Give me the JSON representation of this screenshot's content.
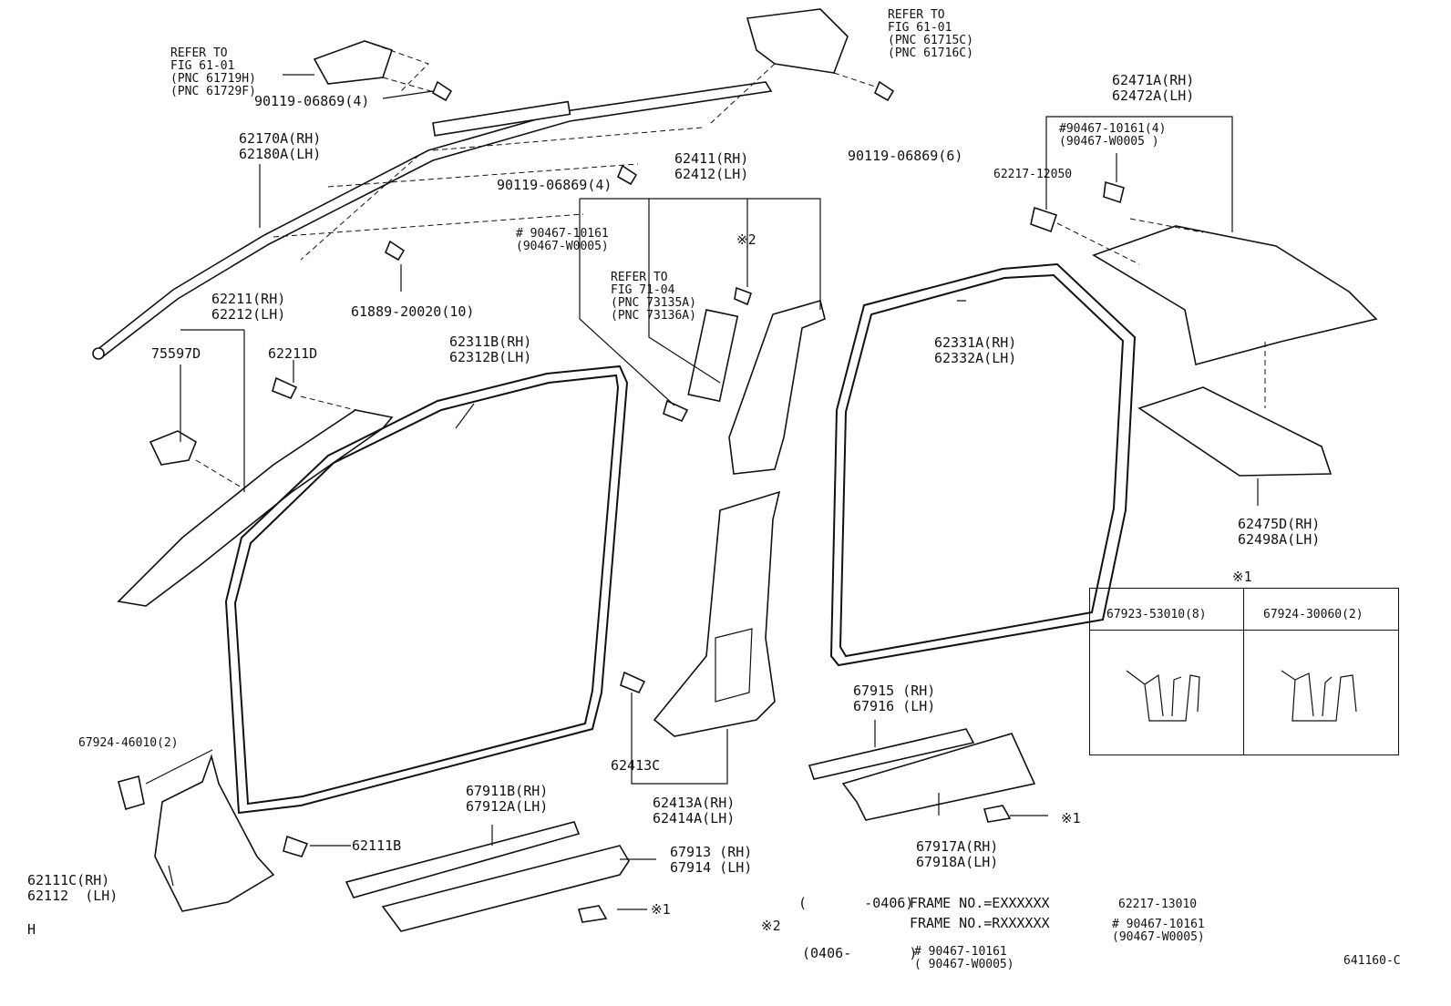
{
  "labels": {
    "refer_a": [
      "REFER TO",
      "FIG 61-01",
      "(PNC 61719H)",
      "(PNC 61729F)"
    ],
    "refer_b": [
      "REFER TO",
      "FIG 61-01",
      "(PNC 61715C)",
      "(PNC 61716C)"
    ],
    "refer_c": [
      "REFER TO",
      "FIG 71-04",
      "(PNC 73135A)",
      "(PNC 73136A)"
    ],
    "screw_a": "90119-06869(4)",
    "screw_b": "90119-06869(4)",
    "screw_c": "90119-06869(6)",
    "p62170": [
      "62170A(RH)",
      "62180A(LH)"
    ],
    "p61889": "61889-20020(10)",
    "p62211": [
      "62211(RH)",
      "62212(LH)"
    ],
    "p75597": "75597D",
    "p62211d": "62211D",
    "p62311": [
      "62311B(RH)",
      "62312B(LH)"
    ],
    "p62411": [
      "62411(RH)",
      "62412(LH)"
    ],
    "p90467_mid": [
      "# 90467-10161",
      "(90467-W0005)"
    ],
    "note2_mid": "※2",
    "p62331": [
      "62331A(RH)",
      "62332A(LH)"
    ],
    "p62471": [
      "62471A(RH)",
      "62472A(LH)"
    ],
    "p90467_right": [
      "#90467-10161(4)",
      "(90467-W0005 )"
    ],
    "p62217_12050": "62217-12050",
    "p62475": [
      "62475D(RH)",
      "62498A(LH)"
    ],
    "clip_note": "※1",
    "clip_a": "67923-53010(8)",
    "clip_b": "67924-30060(2)",
    "p67924_46010": "67924-46010(2)",
    "p62111b": "62111B",
    "p62111c": [
      "62111C(RH)",
      "62112  (LH)"
    ],
    "p67911": [
      "67911B(RH)",
      "67912A(LH)"
    ],
    "p67913": [
      "67913 (RH)",
      "67914 (LH)"
    ],
    "note1_a": "※1",
    "p62413c": "62413C",
    "p62413a": [
      "62413A(RH)",
      "62414A(LH)"
    ],
    "p67915": [
      "67915 (RH)",
      "67916 (LH)"
    ],
    "p67917": [
      "67917A(RH)",
      "67918A(LH)"
    ],
    "note1_b": "※1",
    "legend_note2": "※2",
    "legend_row1_date": "(       -0406)",
    "legend_row1_frame": "FRAME NO.=EXXXXXX",
    "legend_row1_part": "62217-13010",
    "legend_row2_frame": "FRAME NO.=RXXXXXX",
    "legend_row2_part": [
      "# 90467-10161",
      "(90467-W0005)"
    ],
    "legend_row3_date": "(0406-       )",
    "legend_row3_part": [
      "# 90467-10161",
      "( 90467-W0005)"
    ],
    "corner_h": "H",
    "figure_id": "641160-C"
  }
}
